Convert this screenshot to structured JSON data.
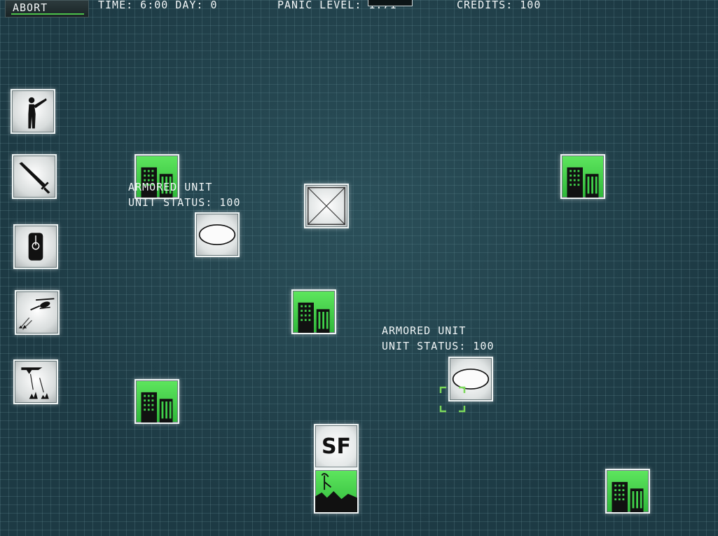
{
  "hud": {
    "abort_label": "ABORT",
    "time_day": "TIME: 6:00 DAY: 0",
    "panic_level": "PANIC LEVEL: 1.71",
    "credits": "CREDITS: 100"
  },
  "toolbar": {
    "items": [
      {
        "name": "infantry-unit",
        "icon": "soldier-icon"
      },
      {
        "name": "blade-weapon",
        "icon": "sword-icon"
      },
      {
        "name": "mobile-device",
        "icon": "phone-icon"
      },
      {
        "name": "helicopter-strike",
        "icon": "helicopter-icon"
      },
      {
        "name": "airstrike",
        "icon": "bomber-icon"
      }
    ]
  },
  "units": [
    {
      "name": "ARMORED UNIT",
      "status": "UNIT STATUS: 100"
    },
    {
      "name": "ARMORED UNIT",
      "status": "UNIT STATUS: 100"
    }
  ],
  "sf_label": "SF",
  "colors": {
    "building_green": "#3fd04a",
    "background": "#1d3a44",
    "selection": "#7bd85a"
  }
}
